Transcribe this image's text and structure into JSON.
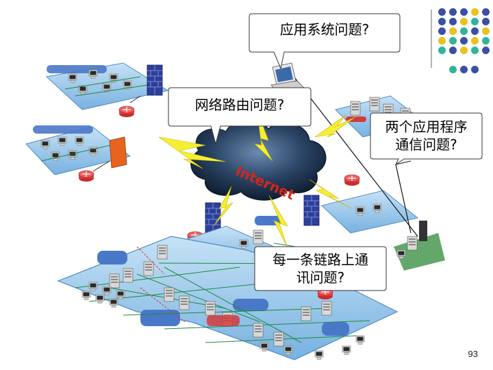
{
  "callouts": {
    "app_system": "应用系统问题?",
    "routing": "网络路由问题?",
    "app_comm_line1": "两个应用程序",
    "app_comm_line2": "通信问题?",
    "link_comm_line1": "每一条链路上通",
    "link_comm_line2": "讯问题?"
  },
  "cloud_label": "Internet",
  "page_number": "93",
  "colors": {
    "dot_blue": "#3b4fa3",
    "dot_yellow": "#e8c21e",
    "dot_green": "#2fb59b",
    "accent_line": "#b0b0c8",
    "lightning": "#f5ef33",
    "cloud": "#1f3550",
    "platform": "#9fc9ea"
  },
  "decor_dots": [
    [
      "blue",
      "blue",
      "blue",
      "yellow",
      "blue"
    ],
    [
      "blue",
      "blue",
      "yellow",
      "green",
      "blue"
    ],
    [
      "blue",
      "yellow",
      "green",
      "blue",
      "yellow"
    ],
    [
      "yellow",
      "green",
      "blue",
      "yellow",
      "green"
    ],
    [
      "green",
      "blue",
      "yellow",
      "green",
      "blue"
    ],
    [
      "",
      "",
      "",
      "",
      ""
    ],
    [
      "",
      "green",
      "blue",
      "blue",
      ""
    ]
  ]
}
